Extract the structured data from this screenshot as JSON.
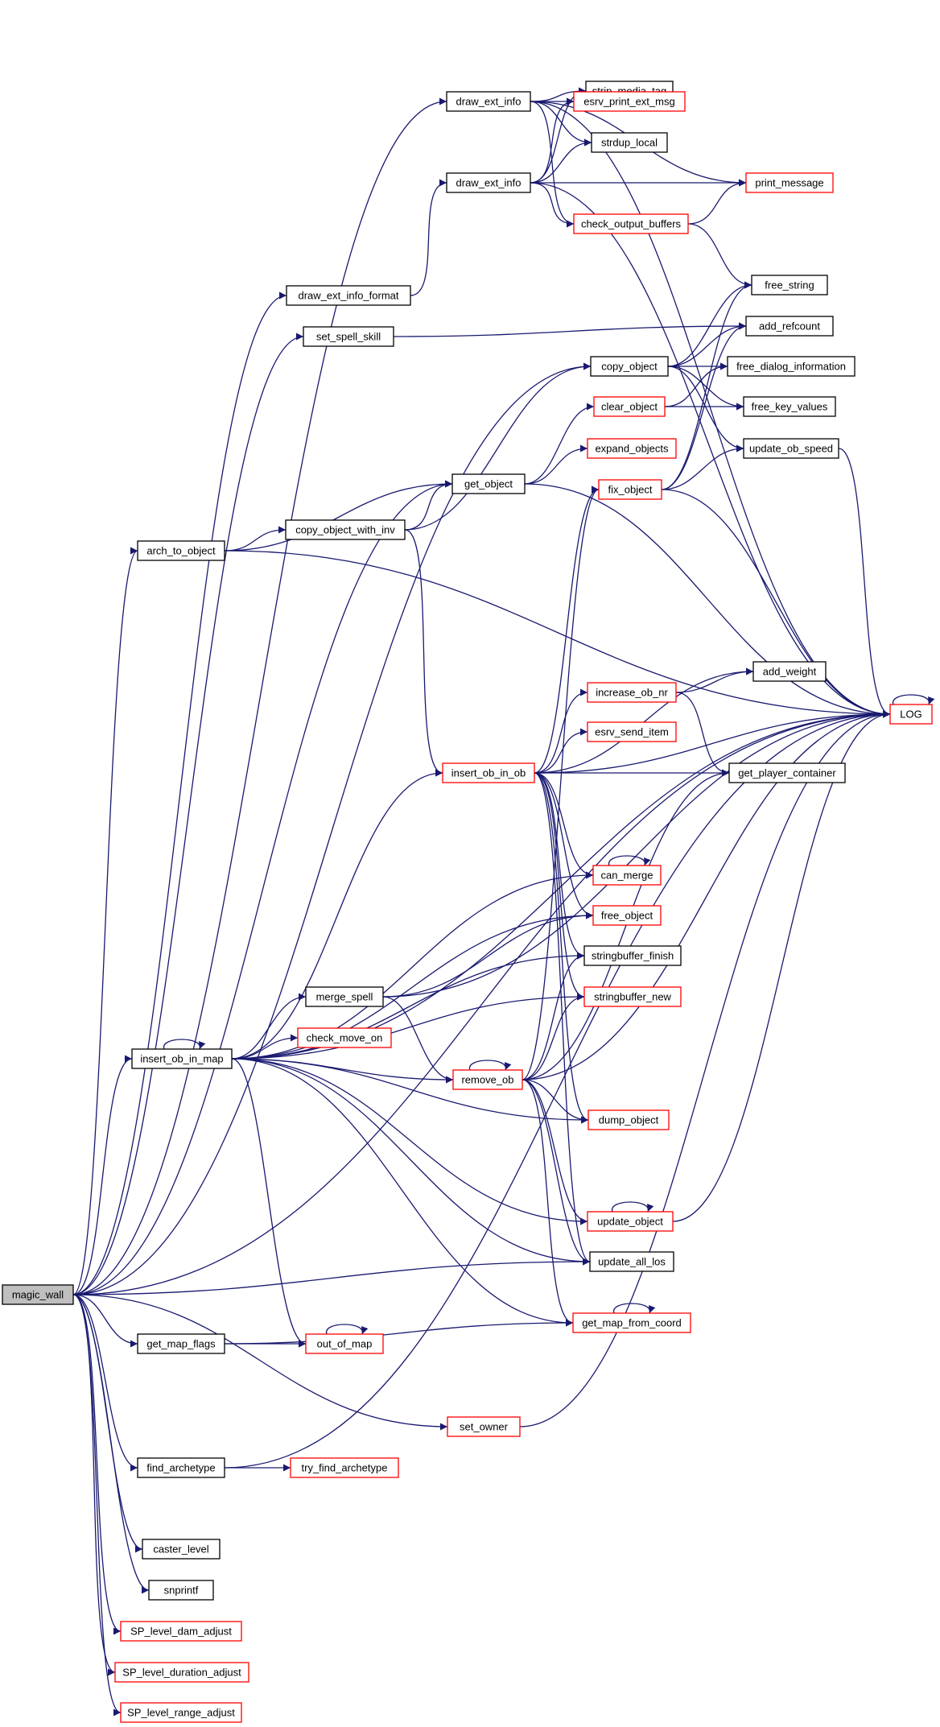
{
  "diagram": {
    "title": "magic_wall call graph",
    "colors": {
      "edge": "#191970",
      "root_fill": "#bfbfbf",
      "normal_border": "#000000",
      "truncated_border": "#ff0000",
      "node_fill": "#ffffff"
    },
    "nodes": [
      {
        "id": "magic_wall",
        "label": "magic_wall",
        "style": "root"
      },
      {
        "id": "draw_ext_info",
        "label": "draw_ext_info",
        "style": "normal"
      },
      {
        "id": "draw_ext_info2",
        "label": "draw_ext_info",
        "style": "normal"
      },
      {
        "id": "strip_media_tag",
        "label": "strip_media_tag",
        "style": "normal"
      },
      {
        "id": "esrv_print_ext_msg",
        "label": "esrv_print_ext_msg",
        "style": "truncated"
      },
      {
        "id": "strdup_local",
        "label": "strdup_local",
        "style": "normal"
      },
      {
        "id": "print_message",
        "label": "print_message",
        "style": "truncated"
      },
      {
        "id": "check_output_buffers",
        "label": "check_output_buffers",
        "style": "truncated"
      },
      {
        "id": "draw_ext_info_format",
        "label": "draw_ext_info_format",
        "style": "normal"
      },
      {
        "id": "free_string",
        "label": "free_string",
        "style": "normal"
      },
      {
        "id": "set_spell_skill",
        "label": "set_spell_skill",
        "style": "normal"
      },
      {
        "id": "add_refcount",
        "label": "add_refcount",
        "style": "normal"
      },
      {
        "id": "copy_object",
        "label": "copy_object",
        "style": "normal"
      },
      {
        "id": "free_dialog_information",
        "label": "free_dialog_information",
        "style": "normal"
      },
      {
        "id": "clear_object",
        "label": "clear_object",
        "style": "truncated"
      },
      {
        "id": "free_key_values",
        "label": "free_key_values",
        "style": "normal"
      },
      {
        "id": "expand_objects",
        "label": "expand_objects",
        "style": "truncated"
      },
      {
        "id": "update_ob_speed",
        "label": "update_ob_speed",
        "style": "normal"
      },
      {
        "id": "get_object",
        "label": "get_object",
        "style": "normal"
      },
      {
        "id": "fix_object",
        "label": "fix_object",
        "style": "truncated"
      },
      {
        "id": "arch_to_object",
        "label": "arch_to_object",
        "style": "normal"
      },
      {
        "id": "copy_object_with_inv",
        "label": "copy_object_with_inv",
        "style": "normal"
      },
      {
        "id": "add_weight",
        "label": "add_weight",
        "style": "normal"
      },
      {
        "id": "increase_ob_nr",
        "label": "increase_ob_nr",
        "style": "truncated"
      },
      {
        "id": "LOG",
        "label": "LOG",
        "style": "truncated"
      },
      {
        "id": "esrv_send_item",
        "label": "esrv_send_item",
        "style": "truncated"
      },
      {
        "id": "insert_ob_in_ob",
        "label": "insert_ob_in_ob",
        "style": "truncated"
      },
      {
        "id": "get_player_container",
        "label": "get_player_container",
        "style": "normal"
      },
      {
        "id": "can_merge",
        "label": "can_merge",
        "style": "truncated"
      },
      {
        "id": "free_object",
        "label": "free_object",
        "style": "truncated"
      },
      {
        "id": "stringbuffer_finish",
        "label": "stringbuffer_finish",
        "style": "normal"
      },
      {
        "id": "merge_spell",
        "label": "merge_spell",
        "style": "normal"
      },
      {
        "id": "stringbuffer_new",
        "label": "stringbuffer_new",
        "style": "truncated"
      },
      {
        "id": "check_move_on",
        "label": "check_move_on",
        "style": "truncated"
      },
      {
        "id": "insert_ob_in_map",
        "label": "insert_ob_in_map",
        "style": "normal"
      },
      {
        "id": "remove_ob",
        "label": "remove_ob",
        "style": "truncated"
      },
      {
        "id": "dump_object",
        "label": "dump_object",
        "style": "truncated"
      },
      {
        "id": "update_object",
        "label": "update_object",
        "style": "truncated"
      },
      {
        "id": "update_all_los",
        "label": "update_all_los",
        "style": "normal"
      },
      {
        "id": "get_map_from_coord",
        "label": "get_map_from_coord",
        "style": "truncated"
      },
      {
        "id": "get_map_flags",
        "label": "get_map_flags",
        "style": "normal"
      },
      {
        "id": "out_of_map",
        "label": "out_of_map",
        "style": "truncated"
      },
      {
        "id": "set_owner",
        "label": "set_owner",
        "style": "truncated"
      },
      {
        "id": "find_archetype",
        "label": "find_archetype",
        "style": "normal"
      },
      {
        "id": "try_find_archetype",
        "label": "try_find_archetype",
        "style": "truncated"
      },
      {
        "id": "caster_level",
        "label": "caster_level",
        "style": "normal"
      },
      {
        "id": "snprintf",
        "label": "snprintf",
        "style": "normal"
      },
      {
        "id": "SP_level_dam_adjust",
        "label": "SP_level_dam_adjust",
        "style": "truncated"
      },
      {
        "id": "SP_level_duration_adjust",
        "label": "SP_level_duration_adjust",
        "style": "truncated"
      },
      {
        "id": "SP_level_range_adjust",
        "label": "SP_level_range_adjust",
        "style": "truncated"
      }
    ],
    "edges": [
      [
        "magic_wall",
        "draw_ext_info"
      ],
      [
        "magic_wall",
        "draw_ext_info_format"
      ],
      [
        "magic_wall",
        "set_spell_skill"
      ],
      [
        "magic_wall",
        "copy_object"
      ],
      [
        "magic_wall",
        "get_object"
      ],
      [
        "magic_wall",
        "arch_to_object"
      ],
      [
        "magic_wall",
        "insert_ob_in_map"
      ],
      [
        "magic_wall",
        "update_all_los"
      ],
      [
        "magic_wall",
        "get_map_flags"
      ],
      [
        "magic_wall",
        "set_owner"
      ],
      [
        "magic_wall",
        "find_archetype"
      ],
      [
        "magic_wall",
        "caster_level"
      ],
      [
        "magic_wall",
        "snprintf"
      ],
      [
        "magic_wall",
        "SP_level_dam_adjust"
      ],
      [
        "magic_wall",
        "SP_level_duration_adjust"
      ],
      [
        "magic_wall",
        "SP_level_range_adjust"
      ],
      [
        "magic_wall",
        "LOG"
      ],
      [
        "draw_ext_info",
        "strip_media_tag"
      ],
      [
        "draw_ext_info",
        "esrv_print_ext_msg"
      ],
      [
        "draw_ext_info",
        "strdup_local"
      ],
      [
        "draw_ext_info",
        "print_message"
      ],
      [
        "draw_ext_info",
        "check_output_buffers"
      ],
      [
        "draw_ext_info",
        "LOG"
      ],
      [
        "draw_ext_info2",
        "strip_media_tag"
      ],
      [
        "draw_ext_info2",
        "esrv_print_ext_msg"
      ],
      [
        "draw_ext_info2",
        "strdup_local"
      ],
      [
        "draw_ext_info2",
        "print_message"
      ],
      [
        "draw_ext_info2",
        "check_output_buffers"
      ],
      [
        "draw_ext_info2",
        "LOG"
      ],
      [
        "draw_ext_info_format",
        "draw_ext_info2"
      ],
      [
        "check_output_buffers",
        "print_message"
      ],
      [
        "check_output_buffers",
        "free_string"
      ],
      [
        "set_spell_skill",
        "add_refcount"
      ],
      [
        "copy_object",
        "free_string"
      ],
      [
        "copy_object",
        "add_refcount"
      ],
      [
        "copy_object",
        "free_dialog_information"
      ],
      [
        "copy_object",
        "free_key_values"
      ],
      [
        "copy_object",
        "update_ob_speed"
      ],
      [
        "clear_object",
        "free_dialog_information"
      ],
      [
        "clear_object",
        "free_key_values"
      ],
      [
        "update_ob_speed",
        "LOG"
      ],
      [
        "get_object",
        "clear_object"
      ],
      [
        "get_object",
        "expand_objects"
      ],
      [
        "get_object",
        "LOG"
      ],
      [
        "fix_object",
        "free_string"
      ],
      [
        "fix_object",
        "add_refcount"
      ],
      [
        "fix_object",
        "update_ob_speed"
      ],
      [
        "fix_object",
        "LOG"
      ],
      [
        "arch_to_object",
        "get_object"
      ],
      [
        "arch_to_object",
        "copy_object_with_inv"
      ],
      [
        "arch_to_object",
        "LOG"
      ],
      [
        "copy_object_with_inv",
        "copy_object"
      ],
      [
        "copy_object_with_inv",
        "get_object"
      ],
      [
        "copy_object_with_inv",
        "insert_ob_in_ob"
      ],
      [
        "increase_ob_nr",
        "add_weight"
      ],
      [
        "increase_ob_nr",
        "get_player_container"
      ],
      [
        "LOG",
        "LOG"
      ],
      [
        "insert_ob_in_ob",
        "fix_object"
      ],
      [
        "insert_ob_in_ob",
        "add_weight"
      ],
      [
        "insert_ob_in_ob",
        "increase_ob_nr"
      ],
      [
        "insert_ob_in_ob",
        "esrv_send_item"
      ],
      [
        "insert_ob_in_ob",
        "get_player_container"
      ],
      [
        "insert_ob_in_ob",
        "LOG"
      ],
      [
        "insert_ob_in_ob",
        "can_merge"
      ],
      [
        "insert_ob_in_ob",
        "free_object"
      ],
      [
        "insert_ob_in_ob",
        "stringbuffer_finish"
      ],
      [
        "insert_ob_in_ob",
        "stringbuffer_new"
      ],
      [
        "insert_ob_in_ob",
        "dump_object"
      ],
      [
        "insert_ob_in_ob",
        "update_all_los"
      ],
      [
        "can_merge",
        "can_merge"
      ],
      [
        "merge_spell",
        "free_object"
      ],
      [
        "merge_spell",
        "remove_ob"
      ],
      [
        "merge_spell",
        "LOG"
      ],
      [
        "insert_ob_in_map",
        "insert_ob_in_map"
      ],
      [
        "insert_ob_in_map",
        "LOG"
      ],
      [
        "insert_ob_in_map",
        "insert_ob_in_ob"
      ],
      [
        "insert_ob_in_map",
        "can_merge"
      ],
      [
        "insert_ob_in_map",
        "free_object"
      ],
      [
        "insert_ob_in_map",
        "stringbuffer_finish"
      ],
      [
        "insert_ob_in_map",
        "stringbuffer_new"
      ],
      [
        "insert_ob_in_map",
        "merge_spell"
      ],
      [
        "insert_ob_in_map",
        "check_move_on"
      ],
      [
        "insert_ob_in_map",
        "remove_ob"
      ],
      [
        "insert_ob_in_map",
        "dump_object"
      ],
      [
        "insert_ob_in_map",
        "update_object"
      ],
      [
        "insert_ob_in_map",
        "update_all_los"
      ],
      [
        "insert_ob_in_map",
        "get_map_from_coord"
      ],
      [
        "insert_ob_in_map",
        "out_of_map"
      ],
      [
        "remove_ob",
        "remove_ob"
      ],
      [
        "remove_ob",
        "fix_object"
      ],
      [
        "remove_ob",
        "get_player_container"
      ],
      [
        "remove_ob",
        "stringbuffer_finish"
      ],
      [
        "remove_ob",
        "stringbuffer_new"
      ],
      [
        "remove_ob",
        "dump_object"
      ],
      [
        "remove_ob",
        "LOG"
      ],
      [
        "remove_ob",
        "update_object"
      ],
      [
        "remove_ob",
        "update_all_los"
      ],
      [
        "remove_ob",
        "get_map_from_coord"
      ],
      [
        "update_object",
        "update_object"
      ],
      [
        "update_object",
        "LOG"
      ],
      [
        "get_map_from_coord",
        "get_map_from_coord"
      ],
      [
        "get_map_flags",
        "out_of_map"
      ],
      [
        "get_map_flags",
        "get_map_from_coord"
      ],
      [
        "out_of_map",
        "out_of_map"
      ],
      [
        "set_owner",
        "LOG"
      ],
      [
        "find_archetype",
        "try_find_archetype"
      ],
      [
        "find_archetype",
        "LOG"
      ]
    ]
  }
}
